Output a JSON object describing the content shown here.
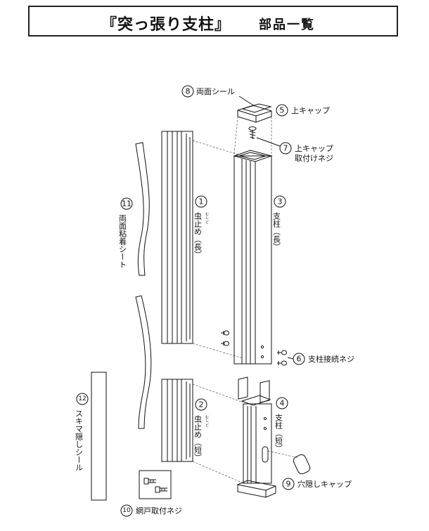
{
  "header": {
    "title": "『突っ張り支柱』",
    "subtitle": "部品一覧"
  },
  "parts": [
    {
      "num": "1",
      "label": "虫止め（長）",
      "ruby": "むし  ど"
    },
    {
      "num": "2",
      "label": "虫止め（短）",
      "ruby": "むし  ど"
    },
    {
      "num": "3",
      "label": "支柱（長）"
    },
    {
      "num": "4",
      "label": "支柱（短）"
    },
    {
      "num": "5",
      "label": "上キャップ"
    },
    {
      "num": "6",
      "label": "支柱接続ネジ"
    },
    {
      "num": "7",
      "label": "上キャップ",
      "label2": "取付けネジ"
    },
    {
      "num": "8",
      "label": "両面シール"
    },
    {
      "num": "9",
      "label": "穴隠しキャップ"
    },
    {
      "num": "10",
      "label": "網戸取付ネジ"
    },
    {
      "num": "11",
      "label": "両面粘着シート"
    },
    {
      "num": "12",
      "label": "スキマ隠しシール"
    }
  ]
}
